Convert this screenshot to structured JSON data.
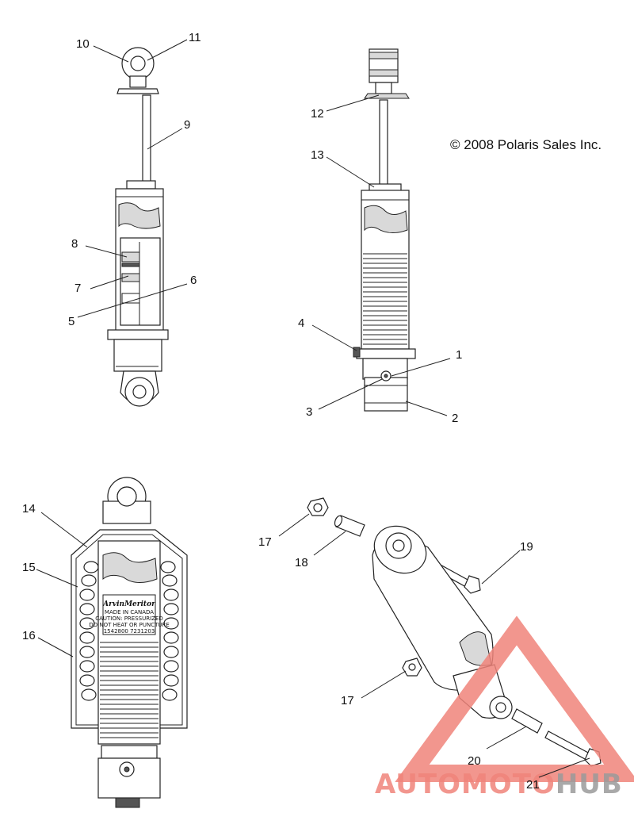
{
  "copyright": "© 2008 Polaris Sales Inc.",
  "callouts": [
    {
      "id": "1",
      "text": "1"
    },
    {
      "id": "2",
      "text": "2"
    },
    {
      "id": "3",
      "text": "3"
    },
    {
      "id": "4",
      "text": "4"
    },
    {
      "id": "5",
      "text": "5"
    },
    {
      "id": "6",
      "text": "6"
    },
    {
      "id": "7",
      "text": "7"
    },
    {
      "id": "8",
      "text": "8"
    },
    {
      "id": "9",
      "text": "9"
    },
    {
      "id": "10",
      "text": "10"
    },
    {
      "id": "11",
      "text": "11"
    },
    {
      "id": "12",
      "text": "12"
    },
    {
      "id": "13",
      "text": "13"
    },
    {
      "id": "14",
      "text": "14"
    },
    {
      "id": "15",
      "text": "15"
    },
    {
      "id": "16",
      "text": "16"
    },
    {
      "id": "17a",
      "text": "17"
    },
    {
      "id": "17b",
      "text": "17"
    },
    {
      "id": "18",
      "text": "18"
    },
    {
      "id": "19",
      "text": "19"
    },
    {
      "id": "20",
      "text": "20"
    },
    {
      "id": "21",
      "text": "21"
    }
  ],
  "shock_label": {
    "brand": "ArvinMeritor",
    "lines": [
      "MADE IN CANADA",
      "CAUTION: PRESSURIZED",
      "DO NOT HEAT OR PUNCTURE",
      "1542800        7231203"
    ]
  },
  "watermark": {
    "text_red": "AUTOMOTO",
    "text_gray": "HUB",
    "color_red": "#f0847a",
    "color_orange": "#f7c27a",
    "color_gray": "#9a9a9a"
  }
}
